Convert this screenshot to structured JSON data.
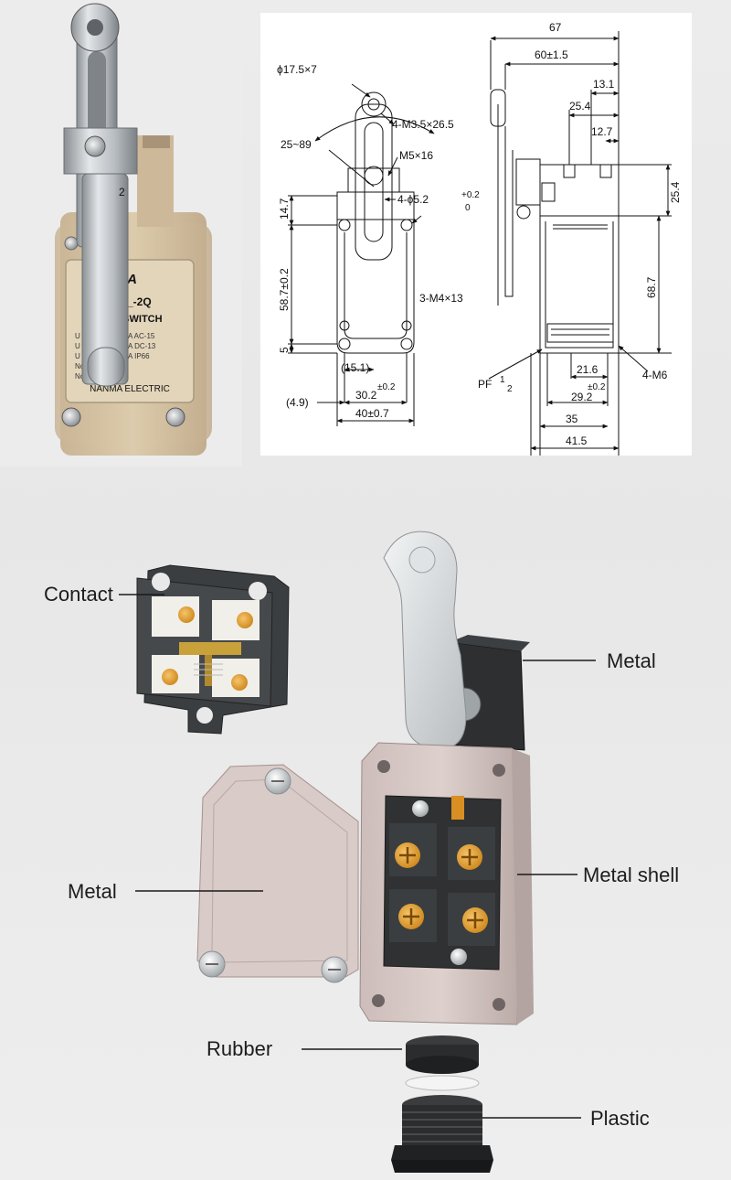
{
  "product_photo": {
    "brand": "NANMA",
    "model": "LCA_-2Q",
    "type_text": "LIMIT SWITCH",
    "spec_rows": [
      {
        "left": "U",
        "right": "A AC-15"
      },
      {
        "left": "U",
        "right": "A DC-13"
      },
      {
        "left": "U",
        "right": "A IP66"
      },
      {
        "left": "No",
        "right": ""
      },
      {
        "left": "Nc",
        "right": ""
      }
    ],
    "footer": "NANMA ELECTRIC",
    "lever_mark": "2"
  },
  "drawing": {
    "front": {
      "roller_dia": "ϕ17.5×7",
      "swing_range": "25~89",
      "screw_spec_1": "4-M3.5×26.5",
      "screw_spec_2": "M5×16",
      "hole_spec": "4-ϕ5.2",
      "tol_top": "+0.2",
      "tol_bot": "0",
      "dim_14_7": "14.7",
      "dim_58_7": "58.7±0.2",
      "dim_5": "5",
      "screw_spec_3": "3-M4×13",
      "dim_15_1": "(15.1)",
      "tol_02a": "±0.2",
      "dim_30_2": "30.2",
      "dim_4_9": "(4.9)",
      "dim_40": "40±0.7"
    },
    "side": {
      "dim_67": "67",
      "dim_60": "60±1.5",
      "dim_13_1": "13.1",
      "dim_25_4_top": "25.4",
      "dim_12_7": "12.7",
      "dim_25_4_right": "25.4",
      "dim_68_7": "68.7",
      "pf_label": "PF",
      "pf_num": "1",
      "pf_den": "2",
      "dim_21_6": "21.6",
      "tol_02b": "±0.2",
      "dim_29_2": "29.2",
      "thread_spec": "4-M6",
      "dim_35": "35",
      "dim_41_5": "41.5"
    }
  },
  "exploded": {
    "labels": {
      "contact": "Contact",
      "metal_top": "Metal",
      "metal_left": "Metal",
      "metal_shell": "Metal shell",
      "rubber": "Rubber",
      "plastic": "Plastic"
    },
    "colors": {
      "shell": "#d7c8c6",
      "cover": "#d9cbc8",
      "contact_body": "#3a3e40",
      "terminal": "#e9a33a",
      "dark_part": "#2d2f31"
    }
  }
}
